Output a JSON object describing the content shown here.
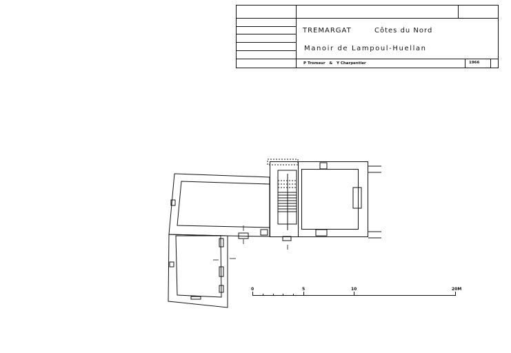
{
  "title_block": {
    "commune": "TREMARGAT",
    "department": "Côtes du Nord",
    "building": "Manoir de Lampoul-Huellan",
    "authors": "P Tromeur   &   Y Charpentier",
    "year": "1966"
  },
  "scale_bar": {
    "labels": [
      "0",
      "5",
      "10",
      "20M"
    ],
    "unit": "M"
  }
}
